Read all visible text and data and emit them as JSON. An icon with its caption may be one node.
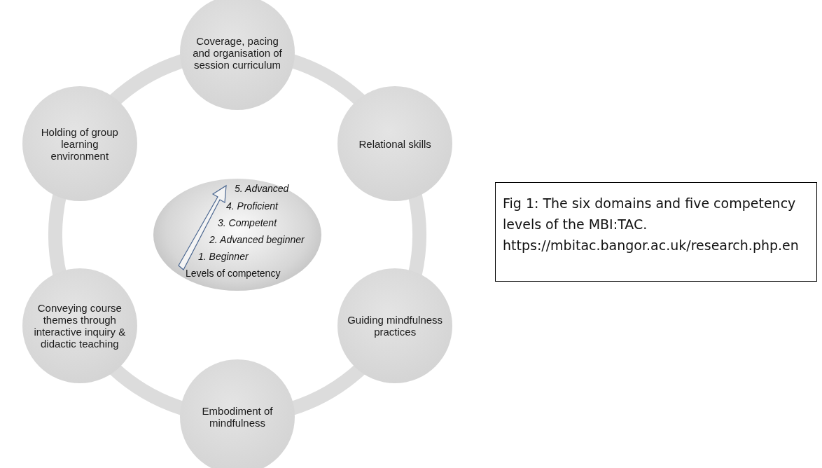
{
  "diagram": {
    "nodes": [
      {
        "text": [
          "Coverage, pacing and organisation of session curriculum"
        ]
      },
      {
        "text": [
          "Relational skills"
        ]
      },
      {
        "text": [
          "Guiding mindfulness practices"
        ]
      },
      {
        "text": [
          "Embodiment of mindfulness"
        ]
      },
      {
        "text": [
          "Conveying course themes through interactive inquiry & didactic teaching"
        ]
      },
      {
        "text": [
          "Holding of group learning environment"
        ]
      },
      {
        "text": [
          "5. Advanced",
          "4. Proficient",
          "3. Competent",
          "2. Advanced beginner",
          "1. Beginner",
          "Levels of competency"
        ]
      },
      {
        "text": [
          "Fig 1:  The six domains and five competency levels of the MBI:TAC. https://mbitac.bangor.ac.uk/research.php.en"
        ]
      }
    ],
    "edges": [
      {
        "from": 0,
        "to": 1,
        "arrow": "none"
      },
      {
        "from": 1,
        "to": 2,
        "arrow": "none"
      },
      {
        "from": 2,
        "to": 3,
        "arrow": "none"
      },
      {
        "from": 3,
        "to": 4,
        "arrow": "none"
      },
      {
        "from": 4,
        "to": 5,
        "arrow": "none"
      },
      {
        "from": 5,
        "to": 0,
        "arrow": "none"
      }
    ]
  }
}
